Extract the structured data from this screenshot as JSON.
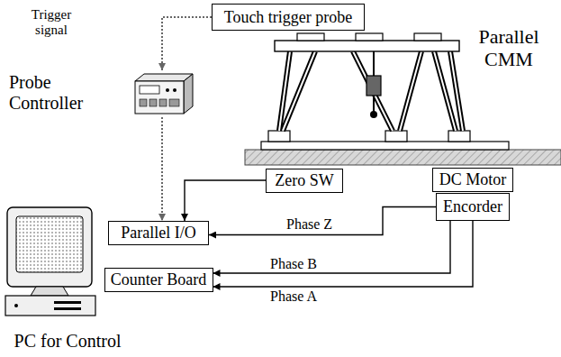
{
  "diagram": {
    "nodes": [
      {
        "text": [
          "Touch trigger probe"
        ]
      },
      {
        "text": [
          "Probe Controller"
        ]
      },
      {
        "text": [
          "Zero SW"
        ]
      },
      {
        "text": [
          "DC Motor"
        ]
      },
      {
        "text": [
          "Encorder"
        ]
      },
      {
        "text": [
          "Parallel I/O"
        ]
      },
      {
        "text": [
          "Counter Board"
        ]
      },
      {
        "text": [
          "PC for Control"
        ]
      }
    ],
    "edges": [
      {
        "from": 0,
        "to": 1,
        "arrow": "to",
        "label": "Trigger signal"
      },
      {
        "from": 1,
        "to": 5,
        "arrow": "to"
      },
      {
        "from": 2,
        "to": 5,
        "arrow": "to"
      },
      {
        "from": 4,
        "to": 5,
        "arrow": "to",
        "label": "Phase Z"
      },
      {
        "from": 4,
        "to": 6,
        "arrow": "to",
        "label": "Phase B"
      },
      {
        "from": 4,
        "to": 6,
        "arrow": "to",
        "label": "Phase A"
      }
    ],
    "labels": [
      "Parallel CMM"
    ]
  }
}
